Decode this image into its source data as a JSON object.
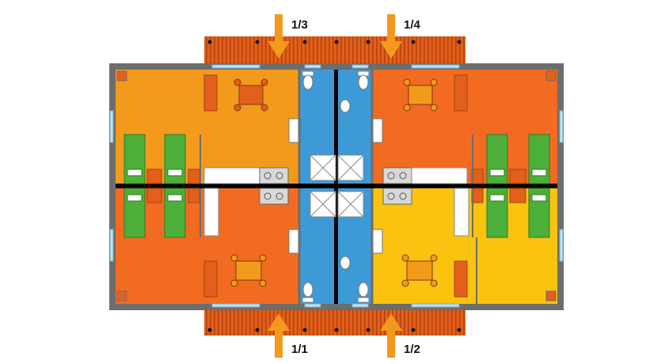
{
  "units": [
    {
      "id": "1/3",
      "label": "1/3"
    },
    {
      "id": "1/4",
      "label": "1/4"
    },
    {
      "id": "1/1",
      "label": "1/1"
    },
    {
      "id": "1/2",
      "label": "1/2"
    }
  ],
  "colors": {
    "wall": "#6d6d6d",
    "unit_1_3": "#f39a1c",
    "unit_1_4": "#f26b21",
    "unit_1_1": "#f26b21",
    "unit_1_2": "#f9c30f",
    "bathroom": "#3d9ad6",
    "bed": "#4caf3a",
    "terrace": "#e2601b",
    "arrow": "#f39a1c",
    "divider": "#000000"
  }
}
